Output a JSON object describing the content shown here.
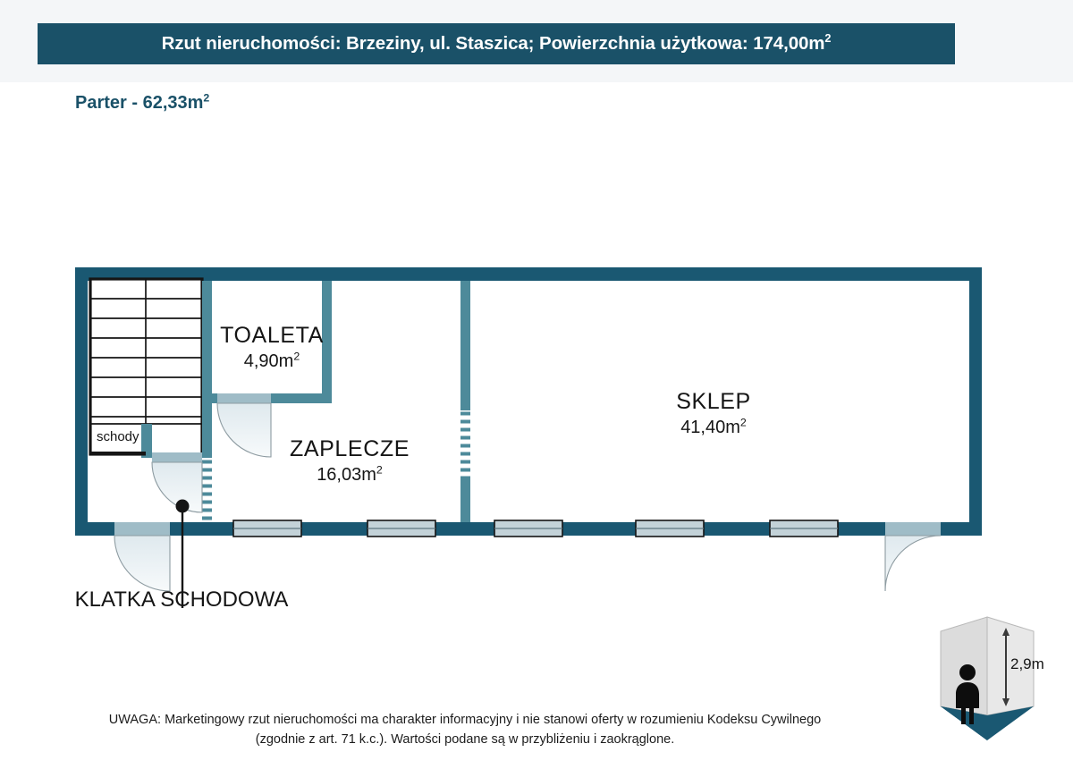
{
  "header": {
    "title_main": "Rzut nieruchomości: Brzeziny, ul. Staszica; Powierzchnia użytkowa: 174,00m",
    "title_sup": "2"
  },
  "subtitle": {
    "text": "Parter - 62,33m",
    "sup": "2"
  },
  "rooms": [
    {
      "name": "TOALETA",
      "area": "4,90m",
      "sup": "2"
    },
    {
      "name": "ZAPLECZE",
      "area": "16,03m",
      "sup": "2"
    },
    {
      "name": "SKLEP",
      "area": "41,40m",
      "sup": "2"
    }
  ],
  "stairs": {
    "label": "schody"
  },
  "callout": {
    "line1": "KLATKA",
    "line2": "SCHODOWA"
  },
  "height_icon": {
    "value": "2,9m"
  },
  "footer": {
    "line1": "UWAGA: Marketingowy rzut nieruchomości ma charakter informacyjny i nie stanowi oferty w rozumieniu Kodeksu Cywilnego",
    "line2": "(zgodnie z art. 71 k.c.). Wartości podane są w przybliżeniu i zaokrąglone."
  },
  "colors": {
    "header_bar": "#1a5168",
    "wall_exterior": "#1a5872",
    "wall_interior": "#4d8a9a",
    "window_fill": "#c3d2d8",
    "door_fill": "#eef3f5",
    "floor_3d": "#1a5872",
    "wall_3d": "#dadada",
    "text_dark": "#151515"
  }
}
